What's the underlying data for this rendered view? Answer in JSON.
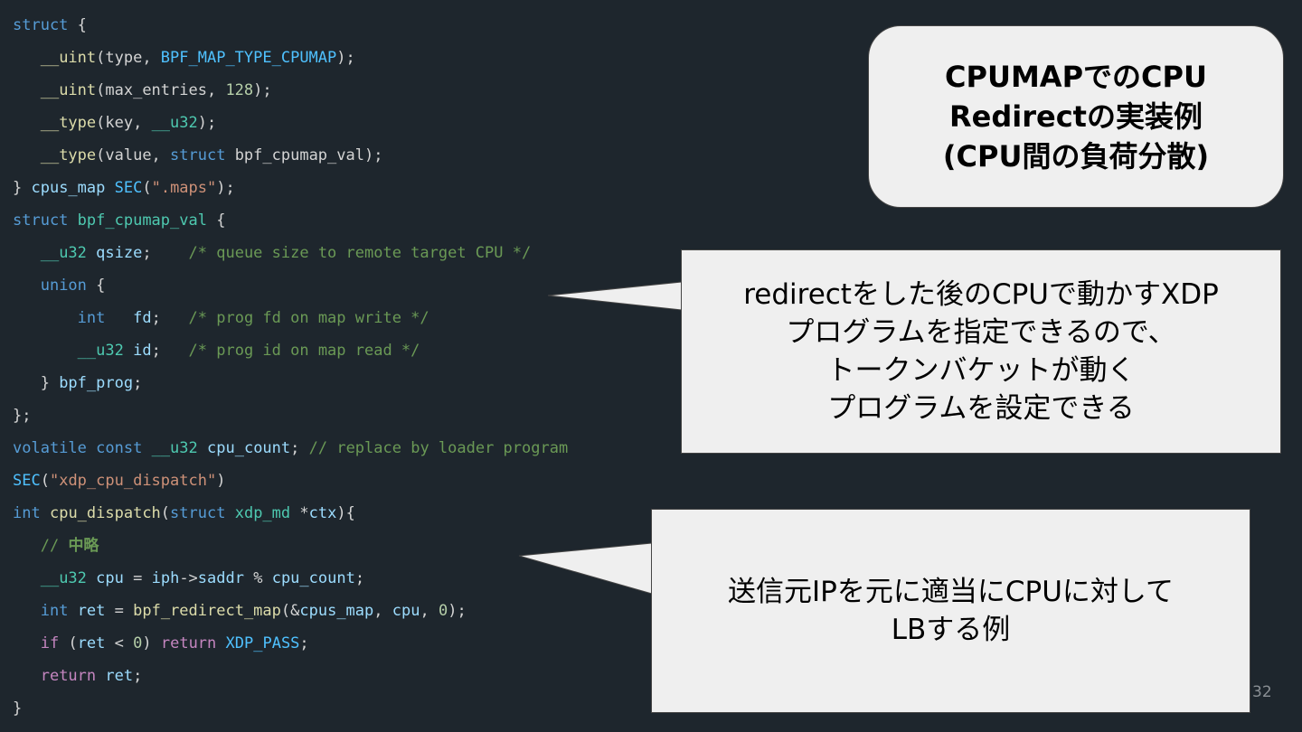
{
  "code": {
    "lines": [
      [
        {
          "t": "struct",
          "c": "kw"
        },
        {
          "t": " {"
        }
      ],
      [
        {
          "t": "   "
        },
        {
          "t": "__uint",
          "c": "fn"
        },
        {
          "t": "(type, "
        },
        {
          "t": "BPF_MAP_TYPE_CPUMAP",
          "c": "mac"
        },
        {
          "t": ");"
        }
      ],
      [
        {
          "t": "   "
        },
        {
          "t": "__uint",
          "c": "fn"
        },
        {
          "t": "(max_entries, "
        },
        {
          "t": "128",
          "c": "num"
        },
        {
          "t": ");"
        }
      ],
      [
        {
          "t": "   "
        },
        {
          "t": "__type",
          "c": "fn"
        },
        {
          "t": "(key, "
        },
        {
          "t": "__u32",
          "c": "ty"
        },
        {
          "t": ");"
        }
      ],
      [
        {
          "t": "   "
        },
        {
          "t": "__type",
          "c": "fn"
        },
        {
          "t": "(value, "
        },
        {
          "t": "struct",
          "c": "kw"
        },
        {
          "t": " bpf_cpumap_val);"
        }
      ],
      [
        {
          "t": "} "
        },
        {
          "t": "cpus_map",
          "c": "id"
        },
        {
          "t": " "
        },
        {
          "t": "SEC",
          "c": "mac"
        },
        {
          "t": "("
        },
        {
          "t": "\".maps\"",
          "c": "str"
        },
        {
          "t": ");"
        }
      ],
      [
        {
          "t": "struct",
          "c": "kw"
        },
        {
          "t": " "
        },
        {
          "t": "bpf_cpumap_val",
          "c": "ty"
        },
        {
          "t": " {"
        }
      ],
      [
        {
          "t": "   "
        },
        {
          "t": "__u32",
          "c": "ty"
        },
        {
          "t": " "
        },
        {
          "t": "qsize",
          "c": "id"
        },
        {
          "t": ";    "
        },
        {
          "t": "/* queue size to remote target CPU */",
          "c": "cm"
        }
      ],
      [
        {
          "t": "   "
        },
        {
          "t": "union",
          "c": "kw"
        },
        {
          "t": " {"
        }
      ],
      [
        {
          "t": "       "
        },
        {
          "t": "int",
          "c": "kw"
        },
        {
          "t": "   "
        },
        {
          "t": "fd",
          "c": "id"
        },
        {
          "t": ";   "
        },
        {
          "t": "/* prog fd on map write */",
          "c": "cm"
        }
      ],
      [
        {
          "t": "       "
        },
        {
          "t": "__u32",
          "c": "ty"
        },
        {
          "t": " "
        },
        {
          "t": "id",
          "c": "id"
        },
        {
          "t": ";   "
        },
        {
          "t": "/* prog id on map read */",
          "c": "cm"
        }
      ],
      [
        {
          "t": "   } "
        },
        {
          "t": "bpf_prog",
          "c": "id"
        },
        {
          "t": ";"
        }
      ],
      [
        {
          "t": "};"
        }
      ],
      [
        {
          "t": "volatile",
          "c": "kw"
        },
        {
          "t": " "
        },
        {
          "t": "const",
          "c": "kw"
        },
        {
          "t": " "
        },
        {
          "t": "__u32",
          "c": "ty"
        },
        {
          "t": " "
        },
        {
          "t": "cpu_count",
          "c": "id"
        },
        {
          "t": "; "
        },
        {
          "t": "// replace by loader program",
          "c": "cm"
        }
      ],
      [
        {
          "t": "SEC",
          "c": "mac"
        },
        {
          "t": "("
        },
        {
          "t": "\"xdp_cpu_dispatch\"",
          "c": "str"
        },
        {
          "t": ")"
        }
      ],
      [
        {
          "t": "int",
          "c": "kw"
        },
        {
          "t": " "
        },
        {
          "t": "cpu_dispatch",
          "c": "fn"
        },
        {
          "t": "("
        },
        {
          "t": "struct",
          "c": "kw"
        },
        {
          "t": " "
        },
        {
          "t": "xdp_md",
          "c": "ty"
        },
        {
          "t": " *"
        },
        {
          "t": "ctx",
          "c": "id"
        },
        {
          "t": "){"
        }
      ],
      [
        {
          "t": "   "
        },
        {
          "t": "// ",
          "c": "cm"
        },
        {
          "t": "中略",
          "c": "cm bold"
        }
      ],
      [
        {
          "t": "   "
        },
        {
          "t": "__u32",
          "c": "ty"
        },
        {
          "t": " "
        },
        {
          "t": "cpu",
          "c": "id"
        },
        {
          "t": " = "
        },
        {
          "t": "iph",
          "c": "id"
        },
        {
          "t": "->"
        },
        {
          "t": "saddr",
          "c": "id"
        },
        {
          "t": " % "
        },
        {
          "t": "cpu_count",
          "c": "id"
        },
        {
          "t": ";"
        }
      ],
      [
        {
          "t": "   "
        },
        {
          "t": "int",
          "c": "kw"
        },
        {
          "t": " "
        },
        {
          "t": "ret",
          "c": "id"
        },
        {
          "t": " = "
        },
        {
          "t": "bpf_redirect_map",
          "c": "fn"
        },
        {
          "t": "(&"
        },
        {
          "t": "cpus_map",
          "c": "id"
        },
        {
          "t": ", "
        },
        {
          "t": "cpu",
          "c": "id"
        },
        {
          "t": ", "
        },
        {
          "t": "0",
          "c": "num"
        },
        {
          "t": ");"
        }
      ],
      [
        {
          "t": "   "
        },
        {
          "t": "if",
          "c": "ctl"
        },
        {
          "t": " ("
        },
        {
          "t": "ret",
          "c": "id"
        },
        {
          "t": " < "
        },
        {
          "t": "0",
          "c": "num"
        },
        {
          "t": ") "
        },
        {
          "t": "return",
          "c": "ctl"
        },
        {
          "t": " "
        },
        {
          "t": "XDP_PASS",
          "c": "mac"
        },
        {
          "t": ";"
        }
      ],
      [
        {
          "t": "   "
        },
        {
          "t": "return",
          "c": "ctl"
        },
        {
          "t": " "
        },
        {
          "t": "ret",
          "c": "id"
        },
        {
          "t": ";"
        }
      ],
      [
        {
          "t": "}"
        }
      ]
    ]
  },
  "title": {
    "lines": [
      "CPUMAPでのCPU",
      "Redirectの実装例",
      "(CPU間の負荷分散)"
    ]
  },
  "callout_prog": {
    "lines": [
      "redirectをした後のCPUで動かすXDP",
      "プログラムを指定できるので、",
      "トークンバケットが動く",
      "プログラムを設定できる"
    ]
  },
  "callout_lb": {
    "lines": [
      "送信元IPを元に適当にCPUに対して",
      "LBする例"
    ]
  },
  "page_number": "32"
}
